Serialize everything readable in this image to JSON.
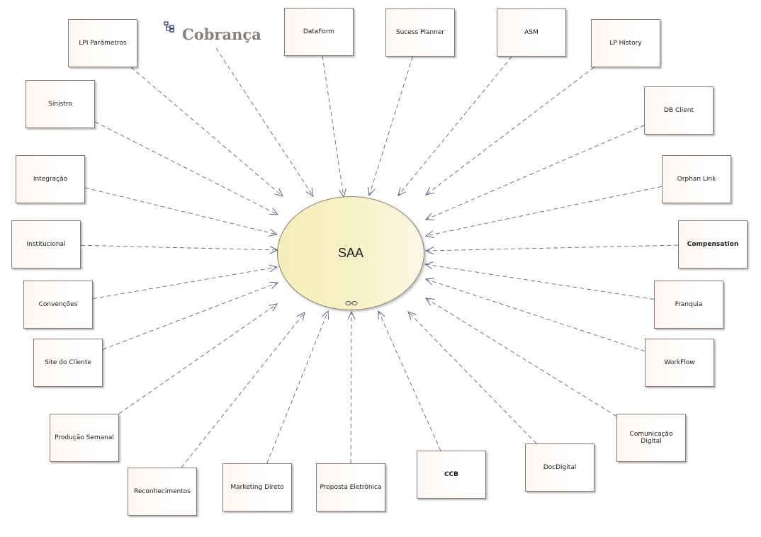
{
  "diagram": {
    "title": "Cobrança",
    "center": {
      "label": "SAA",
      "link_icon": "composite-link-icon"
    },
    "title_icon": "diagram-icon",
    "nodes": [
      {
        "id": "lpi-parametros",
        "label": "LPI Parâmetros"
      },
      {
        "id": "sinistro",
        "label": "Sinistro"
      },
      {
        "id": "integracao",
        "label": "Integração"
      },
      {
        "id": "institucional",
        "label": "Institucional"
      },
      {
        "id": "convencoes",
        "label": "Convenções"
      },
      {
        "id": "site-do-cliente",
        "label": "Site do Cliente"
      },
      {
        "id": "producao-semanal",
        "label": "Produção Semanal"
      },
      {
        "id": "reconhecimentos",
        "label": "Reconhecimentos"
      },
      {
        "id": "marketing-direto",
        "label": "Marketing Direto"
      },
      {
        "id": "proposta-eletronica",
        "label": "Proposta Eletrônica"
      },
      {
        "id": "ccb",
        "label": "CCB"
      },
      {
        "id": "docdigital",
        "label": "DocDigital"
      },
      {
        "id": "comunicacao-digital",
        "label": "Comunicação Digital"
      },
      {
        "id": "workflow",
        "label": "WorkFlow"
      },
      {
        "id": "franquia",
        "label": "Franquia"
      },
      {
        "id": "compensation",
        "label": "Compensation"
      },
      {
        "id": "orphan-link",
        "label": "Orphan Link"
      },
      {
        "id": "db-client",
        "label": "DB Client"
      },
      {
        "id": "lp-history",
        "label": "LP History"
      },
      {
        "id": "asm",
        "label": "ASM"
      },
      {
        "id": "sucess-planner",
        "label": "Sucess Planner"
      },
      {
        "id": "dataform",
        "label": "DataForm"
      }
    ]
  },
  "colors": {
    "connector": "#5c6585",
    "node_border": "#8a7a72",
    "usecase_fill": "#f6efbe",
    "title": "#8c7f7c"
  }
}
